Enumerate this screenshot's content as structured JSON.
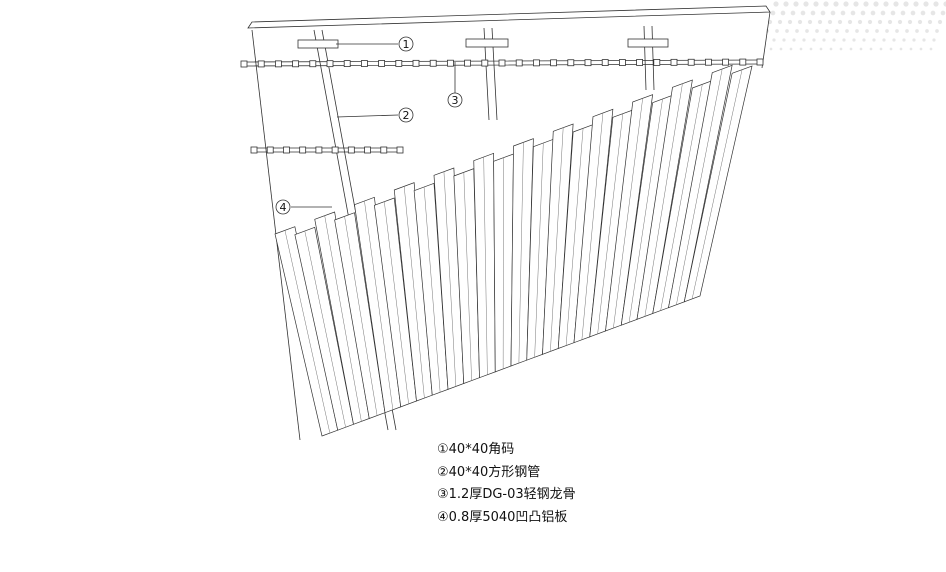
{
  "diagram": {
    "callouts": [
      {
        "id": "1",
        "glyph": "①"
      },
      {
        "id": "2",
        "glyph": "②"
      },
      {
        "id": "3",
        "glyph": "③"
      },
      {
        "id": "4",
        "glyph": "④"
      }
    ],
    "legend": [
      {
        "glyph": "①",
        "text": "40*40角码"
      },
      {
        "glyph": "②",
        "text": "40*40方形钢管"
      },
      {
        "glyph": "③",
        "text": "1.2厚DG-03轻钢龙骨"
      },
      {
        "glyph": "④",
        "text": "0.8厚5040凹凸铝板"
      }
    ],
    "colors": {
      "line": "#333333",
      "decoration": "#e6e6e6"
    }
  }
}
